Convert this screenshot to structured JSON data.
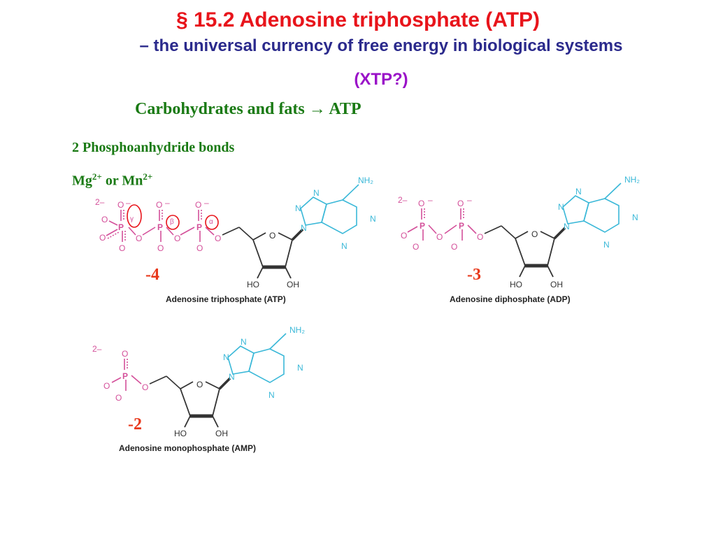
{
  "slide": {
    "section_symbol": "§",
    "title_text": "15.2 Adenosine triphosphate (ATP)",
    "subtitle": "– the universal currency of free energy in biological systems",
    "xtp_note": "(XTP?)",
    "carbs_text": "Carbohydrates and fats",
    "arrow": "→",
    "carbs_product": "ATP",
    "bonds_text": "2 Phosphoanhydride bonds",
    "ions": {
      "mg": "Mg",
      "mg_sup": "2+",
      "or": " or ",
      "mn": "Mn",
      "mn_sup": "2+"
    }
  },
  "molecules": {
    "atp": {
      "caption": "Adenosine triphosphate (ATP)",
      "charge": "-4",
      "greek": [
        "γ",
        "β",
        "α"
      ]
    },
    "adp": {
      "caption": "Adenosine diphosphate (ADP)",
      "charge": "-3"
    },
    "amp": {
      "caption": "Adenosine monophosphate (AMP)",
      "charge": "-2"
    }
  },
  "atoms": {
    "ion_charge": "2–",
    "minus": "–",
    "o": "O",
    "p": "P",
    "n": "N",
    "nh2": "NH₂",
    "ho": "HO",
    "oh": "OH"
  },
  "colors": {
    "title": "#e8141b",
    "subtitle": "#2b2a8c",
    "xtp": "#9a12c8",
    "green_text": "#1a7a14",
    "charge_label": "#e8381b",
    "phosphate": "#d4509a",
    "base": "#3ab8d8",
    "ring": "#333333",
    "circle": "#e8141b"
  }
}
